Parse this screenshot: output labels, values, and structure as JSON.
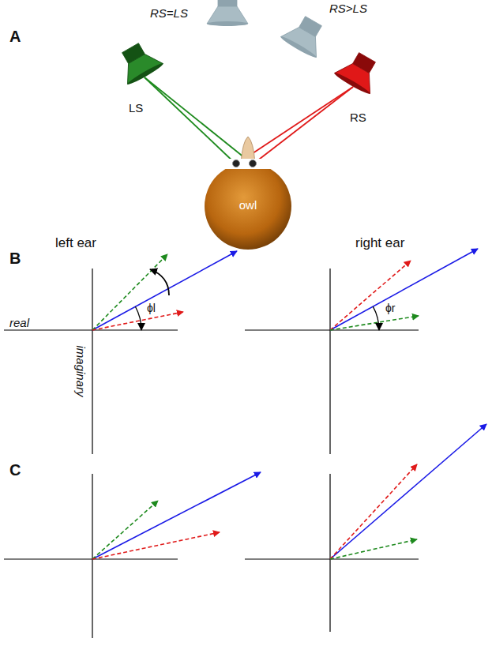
{
  "diagram": {
    "nodes": [
      {
        "text": [
          "RS=LS"
        ]
      },
      {
        "text": [
          "RS>LS"
        ]
      },
      {
        "text": [
          "LS"
        ]
      },
      {
        "text": [
          "RS"
        ]
      },
      {
        "text": [
          "owl"
        ]
      }
    ],
    "edges": [
      {
        "from": 2,
        "to": 4,
        "arrow": "none"
      },
      {
        "from": 2,
        "to": 4,
        "arrow": "none"
      },
      {
        "from": 3,
        "to": 4,
        "arrow": "none"
      },
      {
        "from": 3,
        "to": 4,
        "arrow": "none"
      }
    ],
    "labels": [
      "A",
      "B",
      "left ear",
      "right ear",
      "real",
      "imaginary",
      "ϕl",
      "ϕr",
      "C"
    ]
  }
}
